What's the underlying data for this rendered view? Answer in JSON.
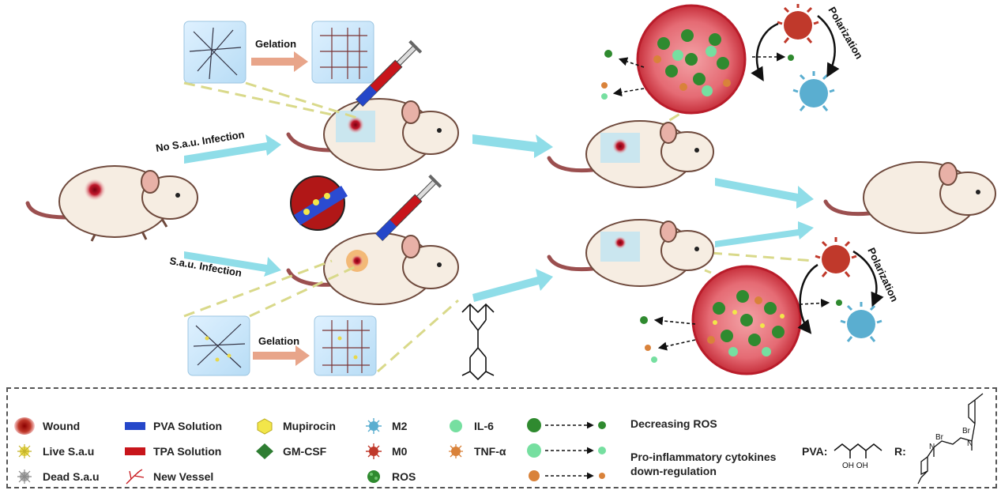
{
  "top_row": {
    "gelation_label": "Gelation",
    "infection_label": "No S.a.u. Infection"
  },
  "bottom_row": {
    "gelation_label": "Gelation",
    "infection_label": "S.a.u. Infection"
  },
  "polarization_top": "Polarization",
  "polarization_bottom": "Polarization",
  "legend": {
    "col1": [
      "Wound",
      "Live S.a.u",
      "Dead S.a.u"
    ],
    "col2": [
      "PVA Solution",
      "TPA Solution",
      "New Vessel"
    ],
    "col3": [
      "Mupirocin",
      "GM-CSF"
    ],
    "col4": [
      "M2",
      "M0",
      "ROS"
    ],
    "col5": [
      "IL-6",
      "TNF-α"
    ],
    "decreasing_ros": "Decreasing  ROS",
    "cytokines_line1": "Pro-inflammatory cytokines",
    "cytokines_line2": "down-regulation",
    "pva_label": "PVA:",
    "pva_oh": "OH OH",
    "r_label": "R:",
    "br1": "Br",
    "br2": "Br",
    "n1": "N",
    "n2": "N"
  },
  "colors": {
    "arrow_cyan": "#8fdde8",
    "gelation_arrow": "#e8a58a",
    "dash_yellow": "#d9d98a",
    "wound": "#b3122a",
    "ros": "#2f8a2f",
    "m0": "#c0392b",
    "m2": "#5aaed0",
    "il6": "#76dfa0",
    "tnf": "#d9823a"
  }
}
